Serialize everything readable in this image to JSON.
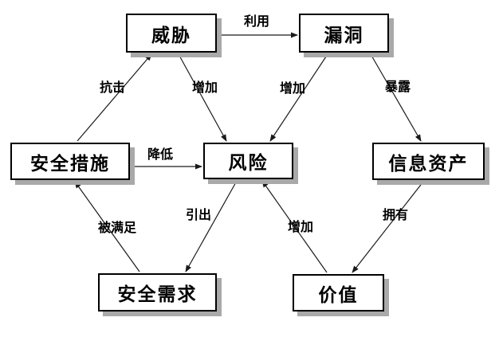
{
  "diagram": {
    "colors": {
      "background": "#ffffff",
      "box_fill": "#ffffff",
      "box_border": "#000000",
      "box_shadow": "#a9a9a9",
      "line": "#1a1a1a",
      "text": "#000000"
    },
    "nodes": [
      {
        "id": "threat",
        "label": "威胁"
      },
      {
        "id": "vulnerability",
        "label": "漏洞"
      },
      {
        "id": "security-measures",
        "label": "安全措施"
      },
      {
        "id": "risk",
        "label": "风险"
      },
      {
        "id": "information-assets",
        "label": "信息资产"
      },
      {
        "id": "security-requirements",
        "label": "安全需求"
      },
      {
        "id": "value",
        "label": "价值"
      }
    ],
    "edges": [
      {
        "from": "威胁",
        "to": "漏洞",
        "label": "利用"
      },
      {
        "from": "安全措施",
        "to": "威胁",
        "label": "抗击"
      },
      {
        "from": "威胁",
        "to": "风险",
        "label": "增加"
      },
      {
        "from": "漏洞",
        "to": "风险",
        "label": "增加"
      },
      {
        "from": "漏洞",
        "to": "信息资产",
        "label": "暴露"
      },
      {
        "from": "安全措施",
        "to": "风险",
        "label": "降低"
      },
      {
        "from": "安全需求",
        "to": "安全措施",
        "label": "被满足"
      },
      {
        "from": "风险",
        "to": "安全需求",
        "label": "引出"
      },
      {
        "from": "价值",
        "to": "风险",
        "label": "增加"
      },
      {
        "from": "信息资产",
        "to": "价值",
        "label": "拥有"
      }
    ]
  }
}
